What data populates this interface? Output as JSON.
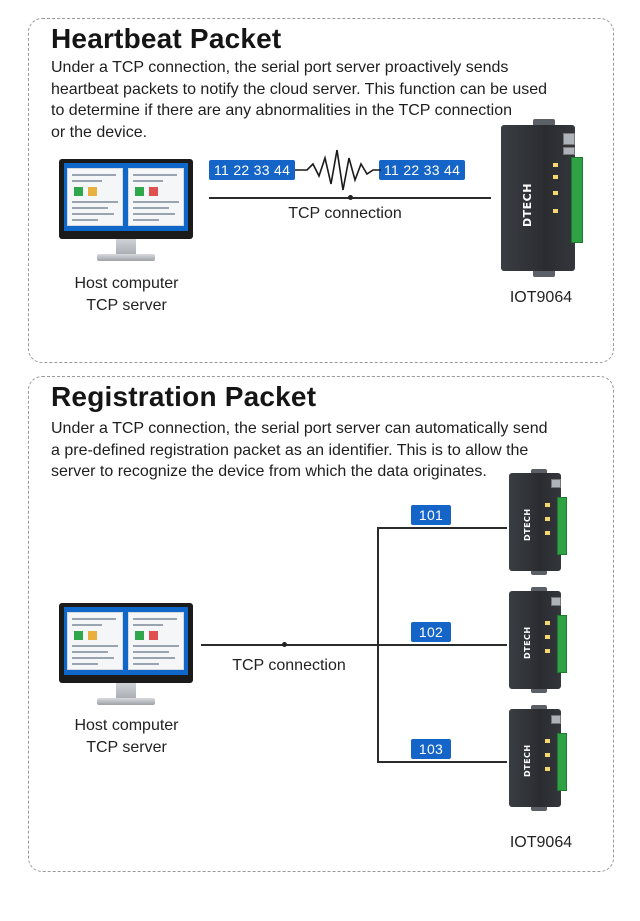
{
  "heartbeat": {
    "title": "Heartbeat Packet",
    "description_lines": [
      "Under a TCP connection, the serial port server proactively sends",
      "heartbeat packets to notify the cloud server. This function can be used",
      "to determine if there are any abnormalities in the TCP connection",
      "or the device."
    ],
    "packet_left": "11 22 33 44",
    "packet_right": "11 22 33 44",
    "connection_label": "TCP connection",
    "host_label_line1": "Host computer",
    "host_label_line2": "TCP server",
    "device_label": "IOT9064",
    "device_brand": "DTECH"
  },
  "registration": {
    "title": "Registration Packet",
    "description_lines": [
      "Under a TCP connection, the serial port server can automatically send",
      "a pre-defined registration packet as an identifier. This is to allow the",
      "server to recognize the device from which the data originates."
    ],
    "ids": [
      "101",
      "102",
      "103"
    ],
    "connection_label": "TCP connection",
    "host_label_line1": "Host computer",
    "host_label_line2": "TCP server",
    "device_label": "IOT9064",
    "device_brand": "DTECH"
  },
  "colors": {
    "tag_blue": "#1565c8",
    "screen_blue": "#0f67c9",
    "terminal_green": "#2fa344"
  },
  "icons": {
    "host": "monitor-icon",
    "device": "serial-server-device-icon",
    "signal": "heartbeat-wave-icon"
  }
}
